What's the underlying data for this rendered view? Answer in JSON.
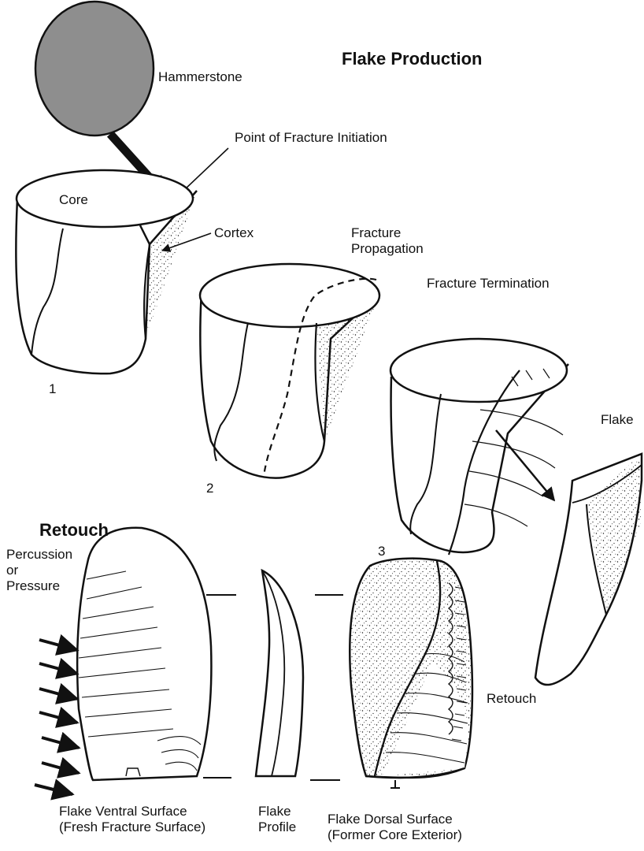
{
  "title": "Flake Production",
  "retouch_title": "Retouch",
  "labels": {
    "hammerstone": "Hammerstone",
    "point_of_fracture_initiation": "Point of Fracture Initiation",
    "core": "Core",
    "cortex": "Cortex",
    "fracture_propagation": "Fracture\nPropagation",
    "fracture_termination": "Fracture Termination",
    "flake": "Flake",
    "step1": "1",
    "step2": "2",
    "step3": "3",
    "percussion_or_pressure": "Percussion\nor\nPressure",
    "retouch_right": "Retouch",
    "flake_ventral_surface": "Flake Ventral Surface\n(Fresh Fracture Surface)",
    "flake_profile": "Flake\nProfile",
    "flake_dorsal_surface": "Flake Dorsal Surface\n(Former Core Exterior)"
  },
  "colors": {
    "hammerstone_fill": "#8e8e8e",
    "ink": "#111111",
    "background": "#ffffff"
  }
}
